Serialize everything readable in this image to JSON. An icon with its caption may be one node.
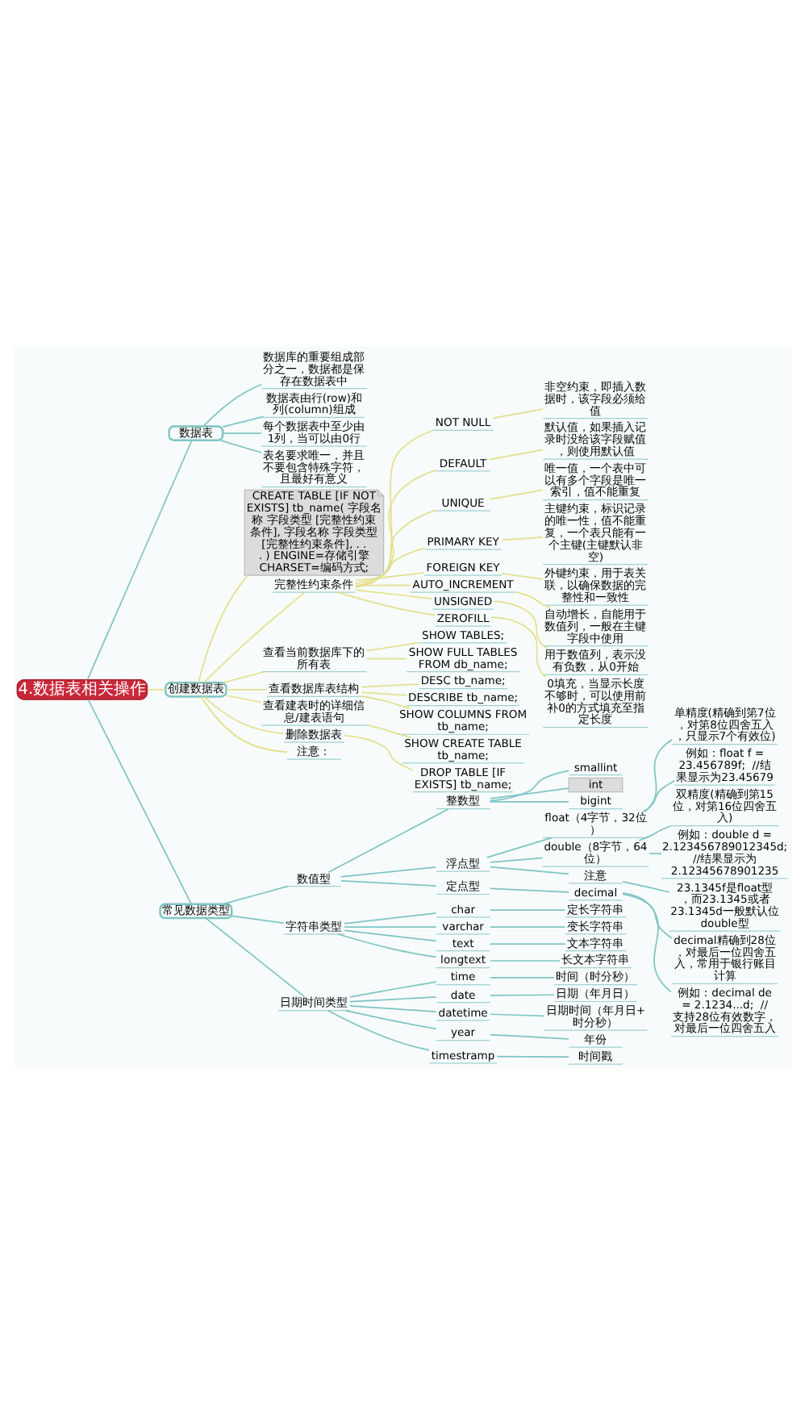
{
  "diagram": {
    "nodes": [
      {
        "text": [
          "4.数据表相关操作"
        ]
      },
      {
        "text": [
          "数据表"
        ]
      },
      {
        "text": [
          "数据库的重要组成部分之一，数据都是保存在数据表中"
        ]
      },
      {
        "text": [
          "数据表由行(row)和列(column)组成"
        ]
      },
      {
        "text": [
          "每个数据表中至少由1列，当可以由0行"
        ]
      },
      {
        "text": [
          "表名要求唯一，并且不要包含特殊字符，且最好有意义"
        ]
      },
      {
        "text": [
          "创建数据表"
        ]
      },
      {
        "text": [
          "CREATE TABLE [IF NOT EXISTS] tb_name( 字段名称 字段类型 [完整性约束条件], 字段名称 字段类型 [完整性约束条件], . . . ) ENGINE=存储引擎 CHARSET=编码方式;"
        ]
      },
      {
        "text": [
          "完整性约束条件"
        ]
      },
      {
        "text": [
          "NOT NULL"
        ]
      },
      {
        "text": [
          "非空约束，即插入数据时，该字段必须给值"
        ]
      },
      {
        "text": [
          "DEFAULT"
        ]
      },
      {
        "text": [
          "默认值，如果插入记录时没给该字段赋值，则使用默认值"
        ]
      },
      {
        "text": [
          "UNIQUE"
        ]
      },
      {
        "text": [
          "唯一值，一个表中可以有多个字段是唯一索引，值不能重复"
        ]
      },
      {
        "text": [
          "PRIMARY KEY"
        ]
      },
      {
        "text": [
          "主键约束，标识记录的唯一性，值不能重复，一个表只能有一个主键(主键默认非空)"
        ]
      },
      {
        "text": [
          "FOREIGN KEY"
        ]
      },
      {
        "text": [
          "外键约束，用于表关联，以确保数据的完整性和一致性"
        ]
      },
      {
        "text": [
          "AUTO_INCREMENT"
        ]
      },
      {
        "text": [
          "自动增长，自能用于数值列，一般在主键字段中使用"
        ]
      },
      {
        "text": [
          "UNSIGNED"
        ]
      },
      {
        "text": [
          "用于数值列，表示没有负数，从0开始"
        ]
      },
      {
        "text": [
          "ZEROFILL"
        ]
      },
      {
        "text": [
          "0填充，当显示长度不够时，可以使用前补0的方式填充至指定长度"
        ]
      },
      {
        "text": [
          "查看当前数据库下的所有表"
        ]
      },
      {
        "text": [
          "SHOW TABLES;"
        ]
      },
      {
        "text": [
          "SHOW FULL TABLES FROM db_name;"
        ]
      },
      {
        "text": [
          "查看数据库表结构"
        ]
      },
      {
        "text": [
          "DESC tb_name;"
        ]
      },
      {
        "text": [
          "DESCRIBE tb_name;"
        ]
      },
      {
        "text": [
          "SHOW COLUMNS FROM tb_name;"
        ]
      },
      {
        "text": [
          "查看建表时的详细信息/建表语句"
        ]
      },
      {
        "text": [
          "SHOW CREATE TABLE tb_name;"
        ]
      },
      {
        "text": [
          "删除数据表"
        ]
      },
      {
        "text": [
          "DROP TABLE [IF EXISTS] tb_name;"
        ]
      },
      {
        "text": [
          "注意："
        ]
      },
      {
        "text": [
          "常见数据类型"
        ]
      },
      {
        "text": [
          "数值型"
        ]
      },
      {
        "text": [
          "整数型"
        ]
      },
      {
        "text": [
          "smallint"
        ]
      },
      {
        "text": [
          "int"
        ]
      },
      {
        "text": [
          "bigint"
        ]
      },
      {
        "text": [
          "浮点型"
        ]
      },
      {
        "text": [
          "float（4字节，32位）"
        ]
      },
      {
        "text": [
          "单精度(精确到第7位，对第8位四舍五入，只显示7个有效位)"
        ]
      },
      {
        "text": [
          "例如：float f = 23.456789f;  //结果显示为23.45679"
        ]
      },
      {
        "text": [
          "double（8字节，64位）"
        ]
      },
      {
        "text": [
          "双精度(精确到第15位，对第16位四舍五入)"
        ]
      },
      {
        "text": [
          "例如：double d = 2.123456789012345d;  //结果显示为2.12345678901235"
        ]
      },
      {
        "text": [
          "注意"
        ]
      },
      {
        "text": [
          "23.1345f是float型，而23.1345或者23.1345d一般默认位double型"
        ]
      },
      {
        "text": [
          "定点型"
        ]
      },
      {
        "text": [
          "decimal"
        ]
      },
      {
        "text": [
          "decimal精确到28位，对最后一位四舍五入，常用于银行账目计算"
        ]
      },
      {
        "text": [
          "例如：decimal de = 2.1234...d;  //支持28位有效数字，对最后一位四舍五入"
        ]
      },
      {
        "text": [
          "字符串类型"
        ]
      },
      {
        "text": [
          "char"
        ]
      },
      {
        "text": [
          "定长字符串"
        ]
      },
      {
        "text": [
          "varchar"
        ]
      },
      {
        "text": [
          "变长字符串"
        ]
      },
      {
        "text": [
          "text"
        ]
      },
      {
        "text": [
          "文本字符串"
        ]
      },
      {
        "text": [
          "longtext"
        ]
      },
      {
        "text": [
          "长文本字符串"
        ]
      },
      {
        "text": [
          "日期时间类型"
        ]
      },
      {
        "text": [
          "time"
        ]
      },
      {
        "text": [
          "时间（时分秒）"
        ]
      },
      {
        "text": [
          "date"
        ]
      },
      {
        "text": [
          "日期（年月日）"
        ]
      },
      {
        "text": [
          "datetime"
        ]
      },
      {
        "text": [
          "日期时间（年月日+时分秒）"
        ]
      },
      {
        "text": [
          "year"
        ]
      },
      {
        "text": [
          "年份"
        ]
      },
      {
        "text": [
          "timestramp"
        ]
      },
      {
        "text": [
          "时间戳"
        ]
      }
    ],
    "edges": [
      {
        "from": 0,
        "to": 1,
        "arrow": "none"
      },
      {
        "from": 1,
        "to": 2,
        "arrow": "none"
      },
      {
        "from": 1,
        "to": 3,
        "arrow": "none"
      },
      {
        "from": 1,
        "to": 4,
        "arrow": "none"
      },
      {
        "from": 1,
        "to": 5,
        "arrow": "none"
      },
      {
        "from": 0,
        "to": 6,
        "arrow": "none",
        "color": "#e3df8c"
      },
      {
        "from": 6,
        "to": 7,
        "arrow": "none",
        "color": "#e3df8c"
      },
      {
        "from": 6,
        "to": 8,
        "arrow": "none",
        "color": "#e3df8c"
      },
      {
        "from": 8,
        "to": 9,
        "arrow": "none",
        "color": "#e3df8c"
      },
      {
        "from": 9,
        "to": 10,
        "arrow": "none",
        "color": "#e3df8c"
      },
      {
        "from": 8,
        "to": 11,
        "arrow": "none",
        "color": "#e3df8c"
      },
      {
        "from": 11,
        "to": 12,
        "arrow": "none",
        "color": "#e3df8c"
      },
      {
        "from": 8,
        "to": 13,
        "arrow": "none",
        "color": "#e3df8c"
      },
      {
        "from": 13,
        "to": 14,
        "arrow": "none",
        "color": "#e3df8c"
      },
      {
        "from": 8,
        "to": 15,
        "arrow": "none",
        "color": "#e3df8c"
      },
      {
        "from": 15,
        "to": 16,
        "arrow": "none",
        "color": "#e3df8c"
      },
      {
        "from": 8,
        "to": 17,
        "arrow": "none",
        "color": "#e3df8c"
      },
      {
        "from": 17,
        "to": 18,
        "arrow": "none",
        "color": "#e3df8c"
      },
      {
        "from": 8,
        "to": 19,
        "arrow": "none",
        "color": "#e3df8c"
      },
      {
        "from": 19,
        "to": 20,
        "arrow": "none",
        "color": "#e3df8c"
      },
      {
        "from": 8,
        "to": 21,
        "arrow": "none",
        "color": "#e3df8c"
      },
      {
        "from": 21,
        "to": 22,
        "arrow": "none",
        "color": "#e3df8c"
      },
      {
        "from": 8,
        "to": 23,
        "arrow": "none",
        "color": "#e3df8c"
      },
      {
        "from": 23,
        "to": 24,
        "arrow": "none",
        "color": "#e3df8c"
      },
      {
        "from": 6,
        "to": 25,
        "arrow": "none",
        "color": "#e3df8c"
      },
      {
        "from": 25,
        "to": 26,
        "arrow": "none",
        "color": "#e3df8c"
      },
      {
        "from": 25,
        "to": 27,
        "arrow": "none",
        "color": "#e3df8c"
      },
      {
        "from": 6,
        "to": 28,
        "arrow": "none",
        "color": "#e3df8c"
      },
      {
        "from": 28,
        "to": 29,
        "arrow": "none",
        "color": "#e3df8c"
      },
      {
        "from": 28,
        "to": 30,
        "arrow": "none",
        "color": "#e3df8c"
      },
      {
        "from": 28,
        "to": 31,
        "arrow": "none",
        "color": "#e3df8c"
      },
      {
        "from": 6,
        "to": 32,
        "arrow": "none",
        "color": "#e3df8c"
      },
      {
        "from": 32,
        "to": 33,
        "arrow": "none",
        "color": "#e3df8c"
      },
      {
        "from": 6,
        "to": 34,
        "arrow": "none",
        "color": "#e3df8c"
      },
      {
        "from": 34,
        "to": 35,
        "arrow": "none",
        "color": "#e3df8c"
      },
      {
        "from": 6,
        "to": 36,
        "arrow": "none",
        "color": "#e3df8c"
      },
      {
        "from": 0,
        "to": 37,
        "arrow": "none"
      },
      {
        "from": 37,
        "to": 38,
        "arrow": "none"
      },
      {
        "from": 38,
        "to": 39,
        "arrow": "none"
      },
      {
        "from": 39,
        "to": 40,
        "arrow": "none"
      },
      {
        "from": 39,
        "to": 41,
        "arrow": "none"
      },
      {
        "from": 39,
        "to": 42,
        "arrow": "none"
      },
      {
        "from": 38,
        "to": 43,
        "arrow": "none"
      },
      {
        "from": 43,
        "to": 44,
        "arrow": "none"
      },
      {
        "from": 44,
        "to": 45,
        "arrow": "none"
      },
      {
        "from": 44,
        "to": 46,
        "arrow": "none"
      },
      {
        "from": 43,
        "to": 47,
        "arrow": "none"
      },
      {
        "from": 47,
        "to": 48,
        "arrow": "none"
      },
      {
        "from": 47,
        "to": 49,
        "arrow": "none"
      },
      {
        "from": 43,
        "to": 50,
        "arrow": "none"
      },
      {
        "from": 50,
        "to": 51,
        "arrow": "none"
      },
      {
        "from": 38,
        "to": 52,
        "arrow": "none"
      },
      {
        "from": 52,
        "to": 53,
        "arrow": "none"
      },
      {
        "from": 53,
        "to": 54,
        "arrow": "none"
      },
      {
        "from": 53,
        "to": 55,
        "arrow": "none"
      },
      {
        "from": 37,
        "to": 56,
        "arrow": "none"
      },
      {
        "from": 56,
        "to": 57,
        "arrow": "none"
      },
      {
        "from": 57,
        "to": 58,
        "arrow": "none"
      },
      {
        "from": 56,
        "to": 59,
        "arrow": "none"
      },
      {
        "from": 59,
        "to": 60,
        "arrow": "none"
      },
      {
        "from": 56,
        "to": 61,
        "arrow": "none"
      },
      {
        "from": 61,
        "to": 62,
        "arrow": "none"
      },
      {
        "from": 56,
        "to": 63,
        "arrow": "none"
      },
      {
        "from": 63,
        "to": 64,
        "arrow": "none"
      },
      {
        "from": 37,
        "to": 65,
        "arrow": "none"
      },
      {
        "from": 65,
        "to": 66,
        "arrow": "none"
      },
      {
        "from": 66,
        "to": 67,
        "arrow": "none"
      },
      {
        "from": 65,
        "to": 68,
        "arrow": "none"
      },
      {
        "from": 68,
        "to": 69,
        "arrow": "none"
      },
      {
        "from": 65,
        "to": 70,
        "arrow": "none"
      },
      {
        "from": 70,
        "to": 71,
        "arrow": "none"
      },
      {
        "from": 65,
        "to": 72,
        "arrow": "none"
      },
      {
        "from": 72,
        "to": 73,
        "arrow": "none"
      },
      {
        "from": 65,
        "to": 74,
        "arrow": "none"
      },
      {
        "from": 74,
        "to": 75,
        "arrow": "none"
      }
    ]
  }
}
